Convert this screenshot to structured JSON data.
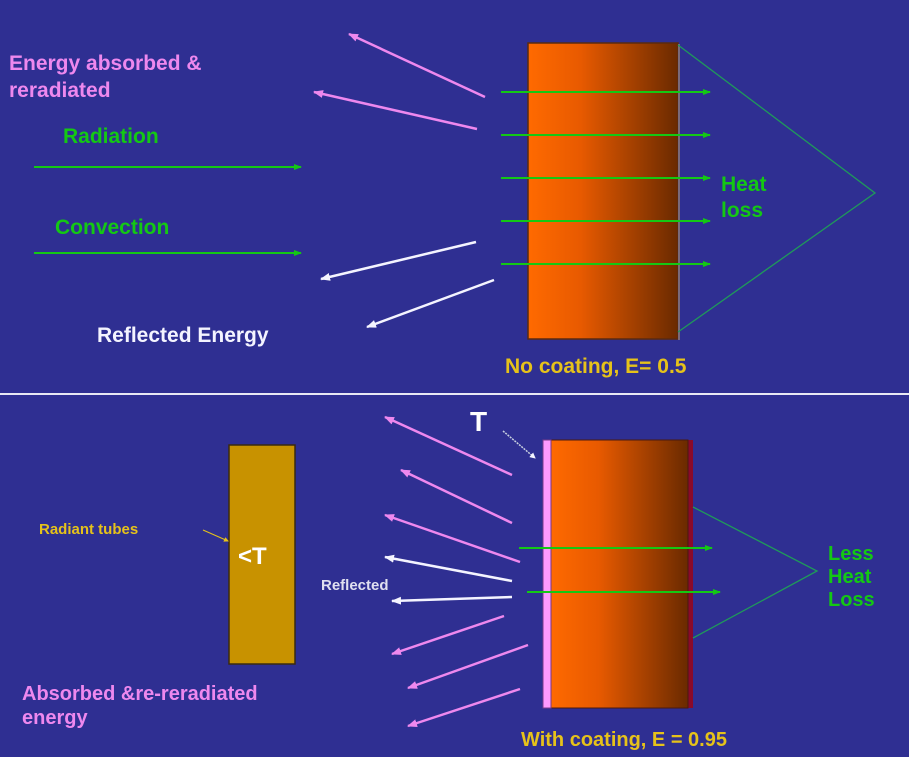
{
  "colors": {
    "background": "#2f2f92",
    "separator": "#e8e8f4",
    "green": "#14c814",
    "green_outline": "#1f9a5a",
    "pink": "#ee88ee",
    "white": "#f4f4ff",
    "yellow": "#e6c21a",
    "slab_light": "#ff6a00",
    "slab_dark": "#6a2a00",
    "tube": "#c89200",
    "coating": "#ff99ff",
    "slab_edge": "#8a0a2a"
  },
  "top_panel": {
    "label_absorbed_line1": "Energy absorbed &",
    "label_absorbed_line2": "reradiated",
    "label_radiation": "Radiation",
    "label_convection": "Convection",
    "label_reflected": "Reflected Energy",
    "label_heat_loss_line1": "Heat",
    "label_heat_loss_line2": "loss",
    "caption": "No coating, E= 0.5",
    "emissivity": 0.5
  },
  "bottom_panel": {
    "label_T": "T",
    "label_lessT": "<T",
    "label_radiant_tubes": "Radiant tubes",
    "label_reflected": "Reflected",
    "label_absorbed_line1": "Absorbed &re-reradiated",
    "label_absorbed_line2": "energy",
    "label_less_heat_loss_line1": "Less",
    "label_less_heat_loss_line2": "Heat",
    "label_less_heat_loss_line3": "Loss",
    "caption": "With coating, E = 0.95",
    "emissivity": 0.95
  }
}
